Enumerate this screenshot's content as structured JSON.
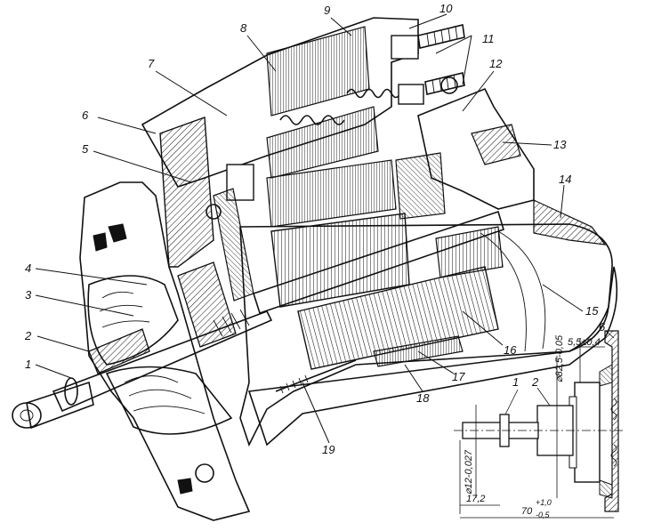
{
  "figure": {
    "callouts": [
      "1",
      "2",
      "3",
      "4",
      "5",
      "6",
      "7",
      "8",
      "9",
      "10",
      "11",
      "12",
      "13",
      "14",
      "15",
      "16",
      "17",
      "18",
      "19"
    ],
    "inset": {
      "part_labels": [
        "1",
        "2",
        "6"
      ],
      "dim_gap": "5,5±0,4",
      "dim_bore": "⌀82,5-0,05",
      "dim_shaft": "⌀12-0,027",
      "dim_left": "17,2",
      "dim_length": "70",
      "dim_length_tol_upper": "+1,0",
      "dim_length_tol_lower": "-0,5"
    }
  },
  "colors": {
    "ink": "#111111",
    "paper": "#ffffff"
  }
}
